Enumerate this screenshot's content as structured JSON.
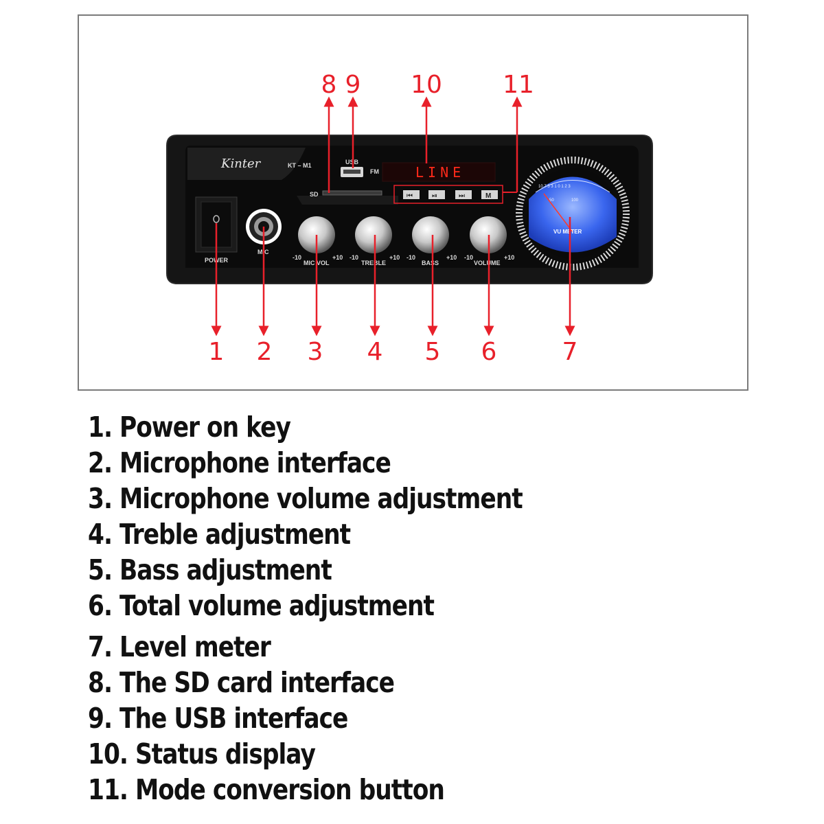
{
  "panel": {
    "brand": "Kinter",
    "model": "KT – M1",
    "usb_label": "USB",
    "fm_label": "FM",
    "sd_label": "SD",
    "display_text": "LINE",
    "power_label": "POWER",
    "mic_label": "MIC",
    "knobs": [
      {
        "label": "MIC VOL",
        "min": "-10",
        "max": "+10"
      },
      {
        "label": "TREBLE",
        "min": "-10",
        "max": "+10"
      },
      {
        "label": "BASS",
        "min": "-10",
        "max": "+10"
      },
      {
        "label": "VOLUME",
        "min": "-10",
        "max": "+10"
      }
    ],
    "vu_label": "VU METER",
    "vu_scale_top": "10 7  5  3  1 0  1  2  3",
    "vu_scale_50": "50",
    "vu_scale_100": "100"
  },
  "callouts": [
    "1",
    "2",
    "3",
    "4",
    "5",
    "6",
    "7",
    "8",
    "9",
    "10",
    "11"
  ],
  "descriptions": [
    "1. Power on key",
    "2. Microphone interface",
    "3. Microphone volume adjustment",
    "4. Treble adjustment",
    "5. Bass adjustment",
    "6. Total volume adjustment",
    "7. Level meter",
    "8. The SD card interface",
    "9. The USB interface",
    "10. Status display",
    "11. Mode conversion button"
  ],
  "colors": {
    "callout": "#e8202a",
    "panel": "#111111",
    "display": "#ff2a1a",
    "vu": "#2e5be8"
  }
}
